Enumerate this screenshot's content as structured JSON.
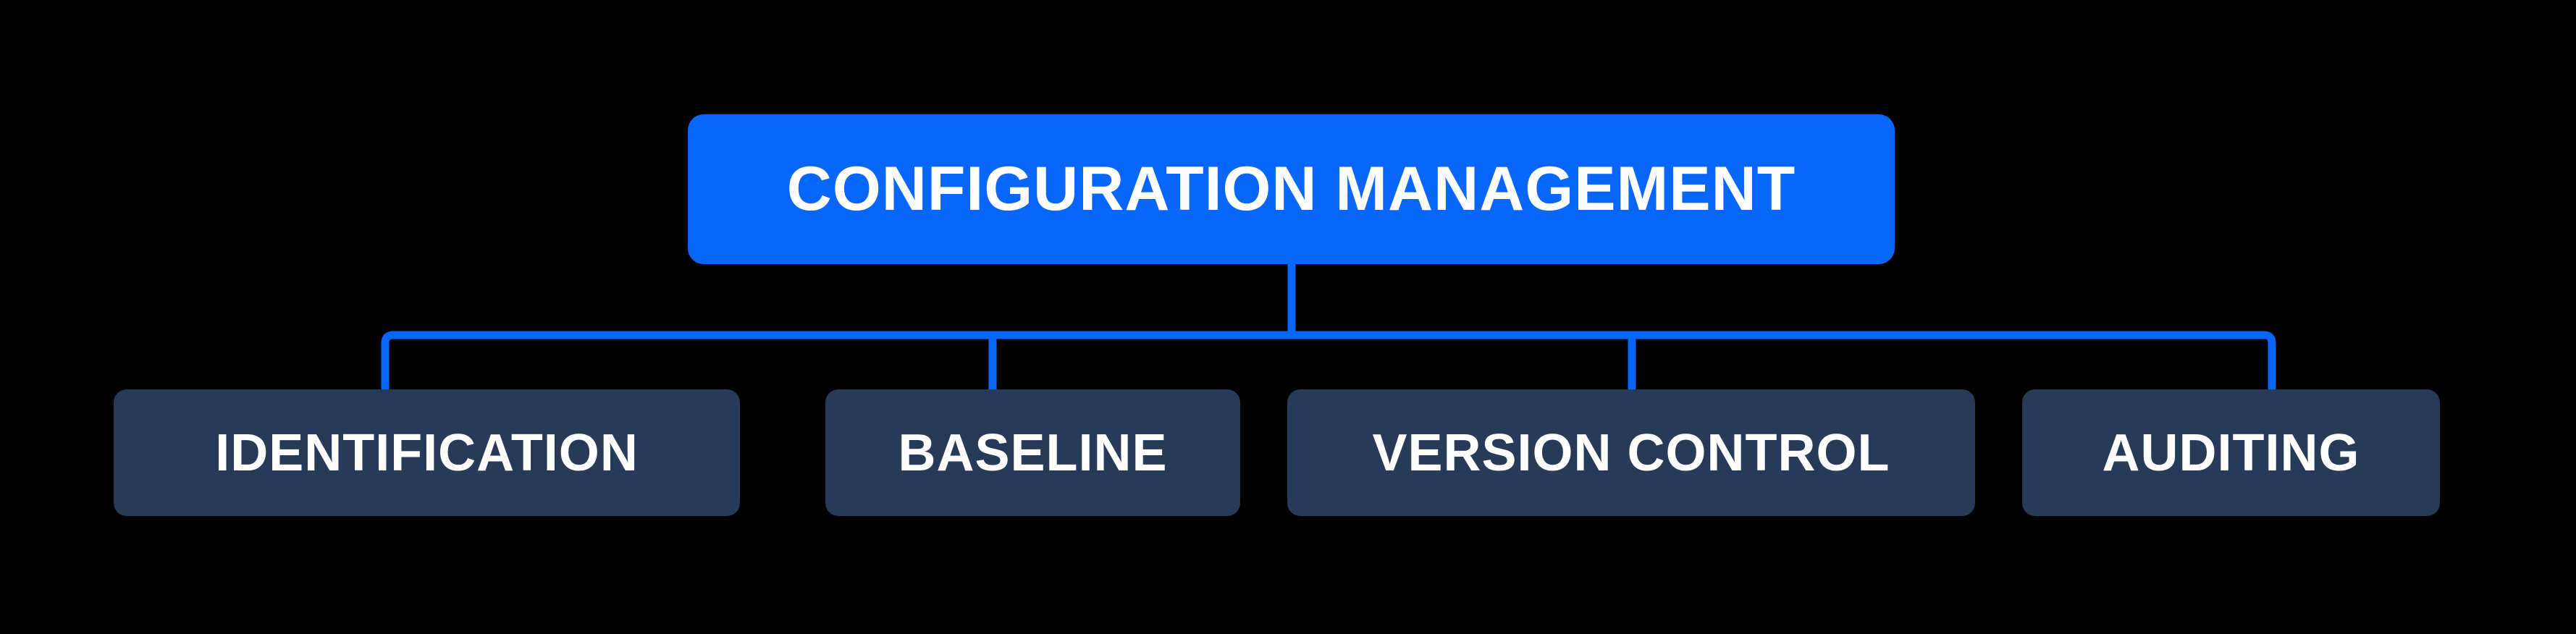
{
  "diagram": {
    "title": "CONFIGURATION MANAGEMENT",
    "root": {
      "label": "CONFIGURATION MANAGEMENT"
    },
    "children": [
      {
        "label": "IDENTIFICATION"
      },
      {
        "label": "BASELINE"
      },
      {
        "label": "VERSION CONTROL"
      },
      {
        "label": "AUDITING"
      }
    ],
    "colors": {
      "background": "#000000",
      "root_fill": "#0866FB",
      "connector": "#0866FB",
      "child_fill": "#273A58",
      "text": "#FFFFFF"
    }
  }
}
